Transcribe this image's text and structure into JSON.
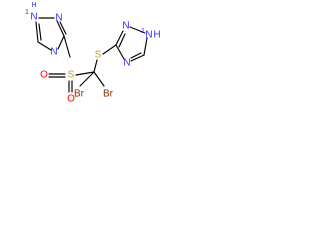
{
  "molecule": {
    "atoms": {
      "n_h_left": "N",
      "h_left": "H",
      "n_left_top": "N",
      "n_left_mid": "N",
      "s_sulfonyl": "S",
      "o_left": "O",
      "o_bottom": "O",
      "br_left": "Br",
      "br_right": "Br",
      "s_thio": "S",
      "n_right_top": "N",
      "n_h_right": "N",
      "h_right": "H",
      "n_right_mid": "N"
    },
    "colors": {
      "nitrogen": "#2f2fff",
      "sulfur": "#b5a233",
      "oxygen": "#ff0000",
      "bromine": "#8b2f00",
      "bond": "#000000"
    }
  }
}
